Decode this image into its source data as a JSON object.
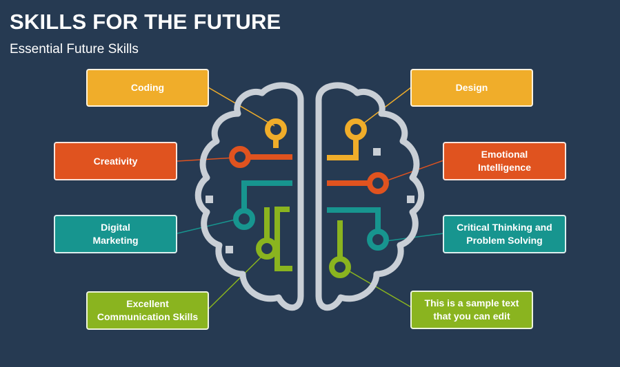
{
  "header": {
    "title": "SKILLS FOR THE FUTURE",
    "subtitle": "Essential Future Skills"
  },
  "colors": {
    "background": "#263a52",
    "yellow": "#f0ad2a",
    "orange": "#e0531f",
    "teal": "#17958f",
    "green": "#8ab41f",
    "brain_outline": "#c9cfd6"
  },
  "skills": {
    "coding": {
      "label": "Coding",
      "color": "#f0ad2a"
    },
    "creativity": {
      "label": "Creativity",
      "color": "#e0531f"
    },
    "digital_marketing": {
      "label": "Digital\nMarketing",
      "color": "#17958f"
    },
    "communication": {
      "label": "Excellent\nCommunication Skills",
      "color": "#8ab41f"
    },
    "design": {
      "label": "Design",
      "color": "#f0ad2a"
    },
    "emotional_intelligence": {
      "label": "Emotional\nIntelligence",
      "color": "#e0531f"
    },
    "critical_thinking": {
      "label": "Critical Thinking and\nProblem Solving",
      "color": "#17958f"
    },
    "sample_text": {
      "label": "This is a sample text\nthat you can edit",
      "color": "#8ab41f"
    }
  }
}
